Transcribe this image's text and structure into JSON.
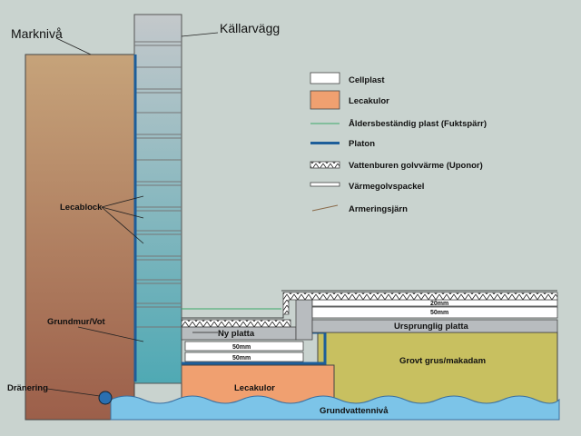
{
  "labels": {
    "marknivå": "Marknivå",
    "kallarvagg": "Källarvägg",
    "lecablock": "Lecablock",
    "grundmur": "Grundmur/Vot",
    "dranering": "Dränering",
    "ny_platta": "Ny platta",
    "ursprunglig_platta": "Ursprunglig platta",
    "grovt_grus": "Grovt grus/makadam",
    "lecakulor_fill": "Lecakulor",
    "grundvattenniva": "Grundvattennivå",
    "mm50_a": "50mm",
    "mm50_b": "50mm",
    "mm20_right": "20mm",
    "mm50_right": "50mm"
  },
  "legend": [
    {
      "label": "Cellplast",
      "swatch": "cellplast"
    },
    {
      "label": "Lecakulor",
      "swatch": "lecakulor"
    },
    {
      "label": "Åldersbeständig plast (Fuktspärr)",
      "swatch": "fuktsparr"
    },
    {
      "label": "Platon",
      "swatch": "platon"
    },
    {
      "label": "Vattenburen golvvärme (Uponor)",
      "swatch": "golvvarme"
    },
    {
      "label": "Värmegolvspackel",
      "swatch": "spackel"
    },
    {
      "label": "Armeringsjärn",
      "swatch": "armering"
    }
  ],
  "colors": {
    "background": "#c9d3cf",
    "soil_top": "#c6a37a",
    "soil_bottom": "#a0654d",
    "lecablock": "#c4c8cb",
    "platon": "#1d5e9a",
    "lecakulor": "#f0a070",
    "grus": "#c8c060",
    "concrete": "#b8bcbf",
    "water": "#7cc4e8",
    "fuktsparr": "#3aa86a",
    "armering": "#8a6a4a"
  }
}
